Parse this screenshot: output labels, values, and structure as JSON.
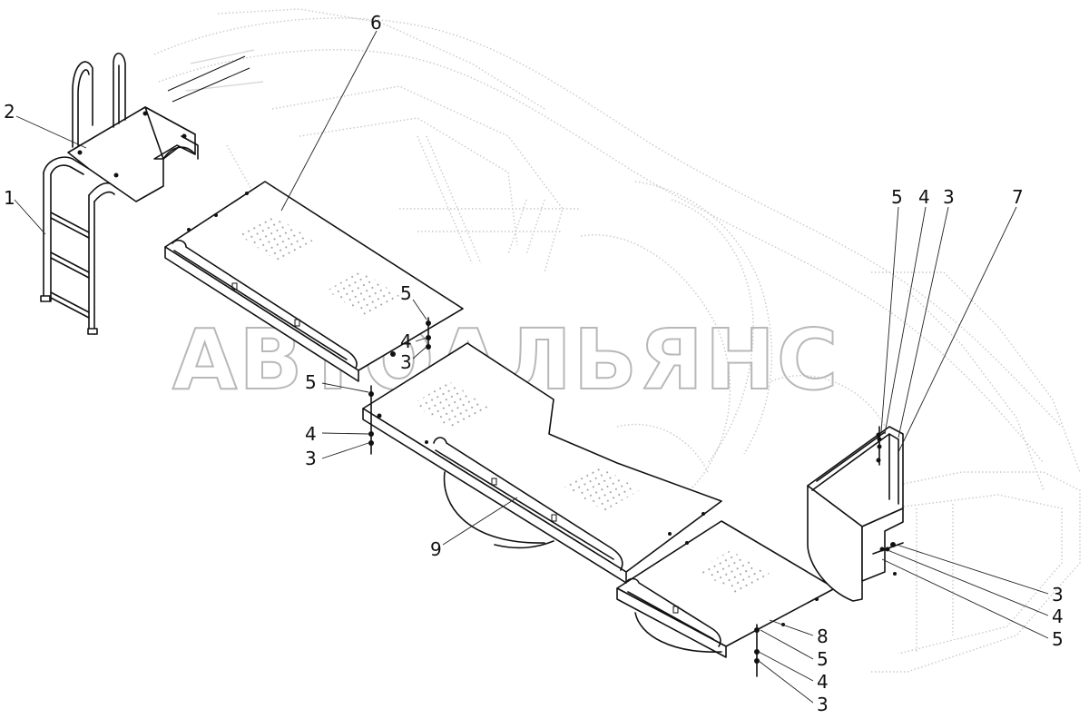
{
  "watermark": "АВТОАЛЬЯНС",
  "callouts": {
    "c1": "1",
    "c2": "2",
    "c6": "6",
    "c7": "7",
    "c8": "8",
    "c9": "9",
    "top_right_5": "5",
    "top_right_4": "4",
    "top_right_3": "3",
    "mid_5": "5",
    "mid_4": "4",
    "mid_3": "3",
    "left_5": "5",
    "left_4": "4",
    "left_3": "3",
    "right_3": "3",
    "right_4": "4",
    "right_5": "5",
    "bottom_5": "5",
    "bottom_4": "4",
    "bottom_3": "3"
  }
}
